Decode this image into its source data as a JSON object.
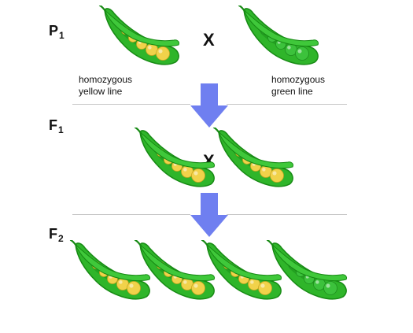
{
  "generations": {
    "p1": {
      "letter": "P",
      "sub": "1"
    },
    "f1": {
      "letter": "F",
      "sub": "1"
    },
    "f2": {
      "letter": "F",
      "sub": "2"
    }
  },
  "parents": {
    "left": {
      "line1": "homozygous",
      "line2": "yellow line",
      "seed": "yellow"
    },
    "right": {
      "line1": "homozygous",
      "line2": "green line",
      "seed": "green"
    }
  },
  "cross_symbol": "X",
  "f1_seeds": [
    "yellow",
    "yellow"
  ],
  "f2_seeds": [
    "yellow",
    "yellow",
    "yellow",
    "green"
  ],
  "colors": {
    "pod": "#2fb52a",
    "pod_dark": "#178a14",
    "yellow_pea": "#f1d24a",
    "green_pea": "#3cc23c",
    "arrow": "#6f7ff0"
  }
}
